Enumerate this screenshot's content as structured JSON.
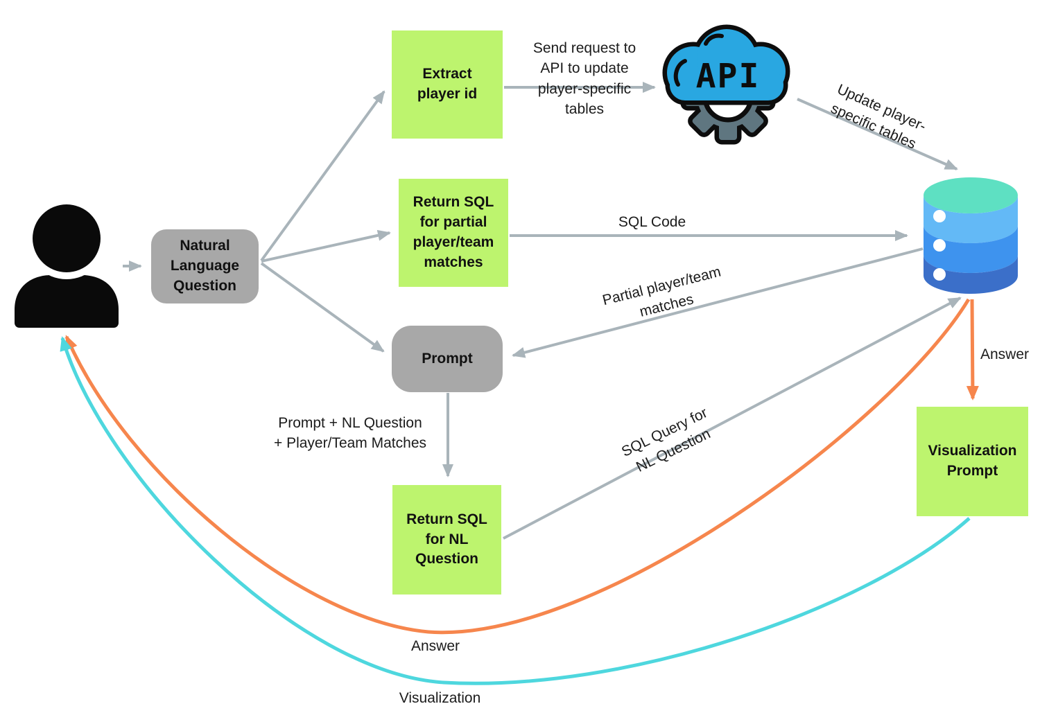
{
  "nodes": {
    "nl_question": {
      "label": "Natural\nLanguage\nQuestion"
    },
    "extract_player_id": {
      "label": "Extract\nplayer id"
    },
    "return_sql_partial": {
      "label": "Return SQL\nfor partial\nplayer/team\nmatches"
    },
    "prompt": {
      "label": "Prompt"
    },
    "return_sql_nl": {
      "label": "Return SQL\nfor NL\nQuestion"
    },
    "visualization_prompt": {
      "label": "Visualization\nPrompt"
    },
    "api": {
      "label": "API",
      "icon": "api-cloud-gear-icon"
    },
    "database": {
      "icon": "database-icon"
    },
    "user": {
      "icon": "person-icon"
    }
  },
  "edges": {
    "send_request": {
      "label": "Send request to\nAPI to update\nplayer-specific\ntables"
    },
    "update_tables": {
      "label": "Update player-\nspecific tables"
    },
    "sql_code": {
      "label": "SQL Code"
    },
    "partial_matches": {
      "label": "Partial player/team\nmatches"
    },
    "prompt_plus": {
      "label": "Prompt + NL Question\n+ Player/Team Matches"
    },
    "sql_query_nl": {
      "label": "SQL Query for\nNL Question"
    },
    "answer_to_vis": {
      "label": "Answer"
    },
    "answer_to_user": {
      "label": "Answer"
    },
    "visualization": {
      "label": "Visualization"
    }
  },
  "colors": {
    "box_green": "#bdf46e",
    "box_gray": "#a8a8a8",
    "arrow_gray": "#a9b4ba",
    "arrow_orange": "#f6864d",
    "arrow_cyan": "#4ed7de",
    "cloud_blue": "#29a7e1",
    "gear_gray": "#5f7680",
    "db_teal": "#5ee0c2",
    "db_light_blue": "#63b9f6",
    "db_mid_blue": "#3e93ee",
    "db_dark_blue": "#3b6fc9"
  }
}
